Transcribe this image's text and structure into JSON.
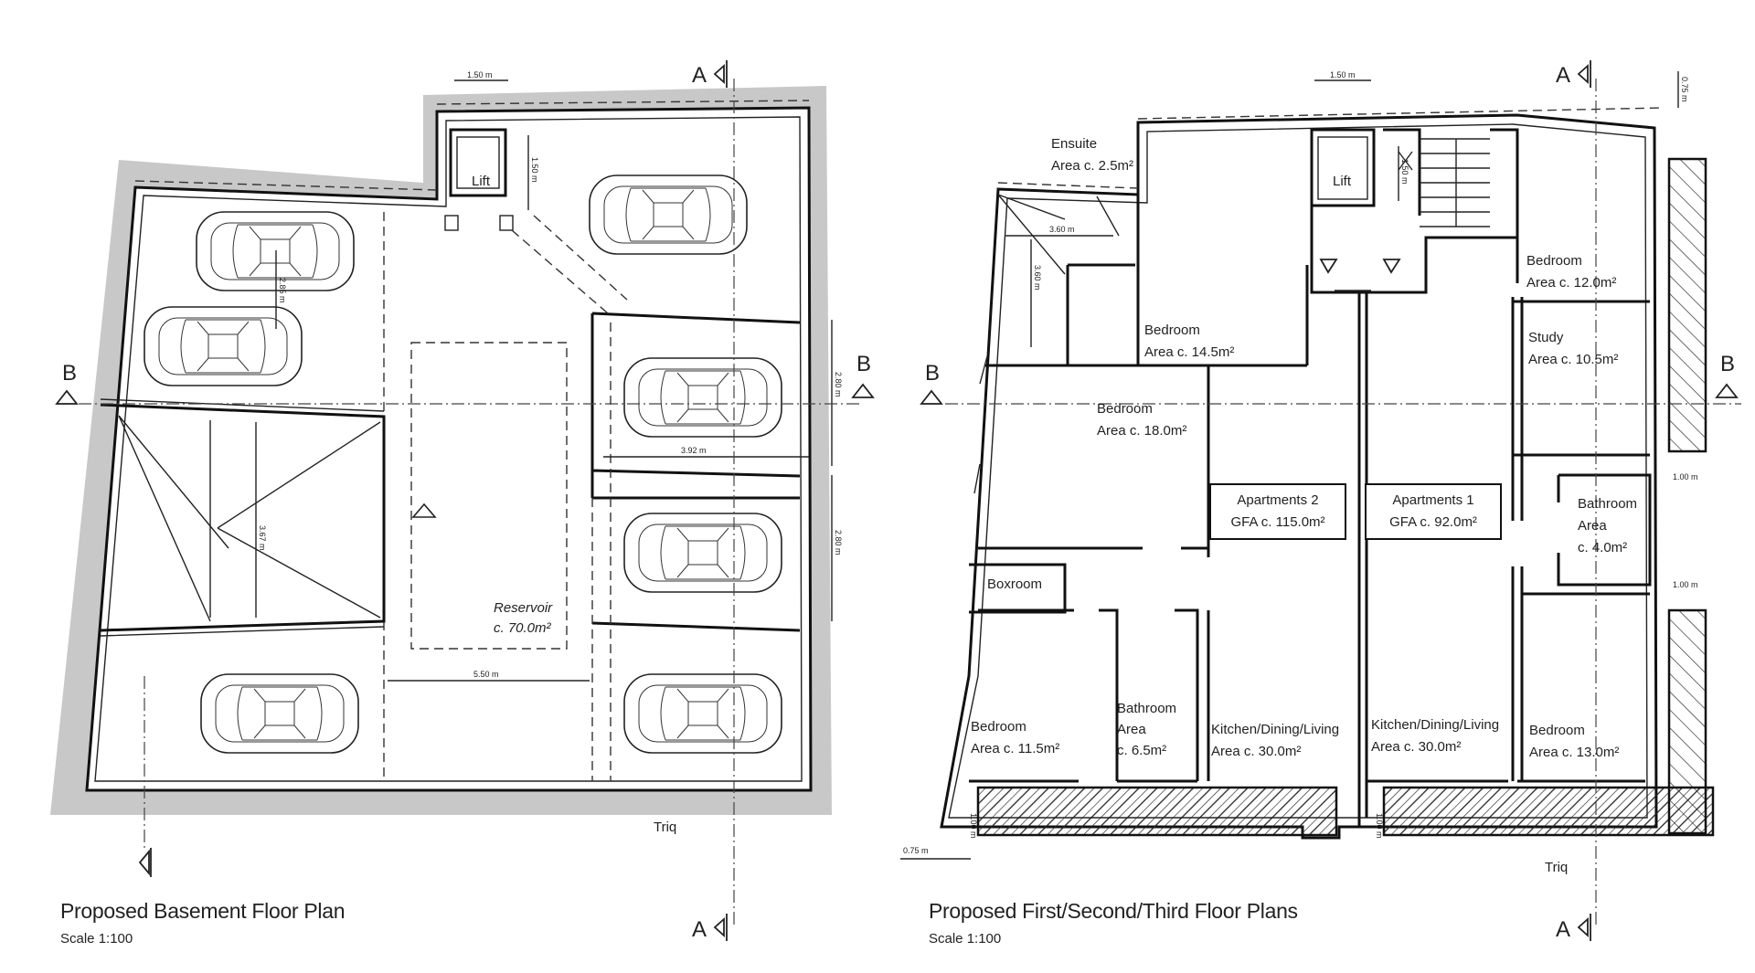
{
  "section_markers": {
    "a": "A",
    "b": "B"
  },
  "basement": {
    "title": "Proposed Basement Floor Plan",
    "scale": "Scale 1:100",
    "lift": "Lift",
    "reservoir_name": "Reservoir",
    "reservoir_area": "c. 70.0m²",
    "street": "Triq",
    "dims": {
      "top_width": "1.50 m",
      "lift_depth": "1.50 m",
      "bay_a": "2.80 m",
      "bay_b": "2.80 m",
      "bay_depth": "3.92 m",
      "ramp": "3.67 m",
      "bay_height": "2.85 m",
      "aisle": "5.50 m"
    }
  },
  "upper": {
    "title": "Proposed First/Second/Third Floor Plans",
    "scale": "Scale 1:100",
    "lift": "Lift",
    "street": "Triq",
    "dims": {
      "top_width": "1.50 m",
      "top_offset": "0.75 m",
      "ensuite_w": "3.60 m",
      "ensuite_h": "3.60 m",
      "stair": "1.50 m",
      "balcony_a": "1.00 m",
      "balcony_b": "1.00 m",
      "right_a": "1.00 m",
      "right_b": "1.00 m",
      "bottom_offset": "0.75 m"
    },
    "rooms": {
      "ensuite_name": "Ensuite",
      "ensuite_area": "Area c. 2.5m²",
      "bed145_name": "Bedroom",
      "bed145_area": "Area c. 14.5m²",
      "bed180_name": "Bedroom",
      "bed180_area": "Area c. 18.0m²",
      "boxroom": "Boxroom",
      "bed115_name": "Bedroom",
      "bed115_area": "Area c. 11.5m²",
      "bath65_l1": "Bathroom",
      "bath65_l2": "Area",
      "bath65_area": "c. 6.5m²",
      "kdl2_name": "Kitchen/Dining/Living",
      "kdl2_area": "Area c. 30.0m²",
      "kdl1_name": "Kitchen/Dining/Living",
      "kdl1_area": "Area c. 30.0m²",
      "bed120_name": "Bedroom",
      "bed120_area": "Area c. 12.0m²",
      "study_name": "Study",
      "study_area": "Area c. 10.5m²",
      "bath40_l1": "Bathroom",
      "bath40_l2": "Area",
      "bath40_area": "c. 4.0m²",
      "bed130_name": "Bedroom",
      "bed130_area": "Area c. 13.0m²"
    },
    "apartments": {
      "apt2_name": "Apartments 2",
      "apt2_gfa": "GFA c. 115.0m²",
      "apt1_name": "Apartments 1",
      "apt1_gfa": "GFA c. 92.0m²"
    }
  }
}
